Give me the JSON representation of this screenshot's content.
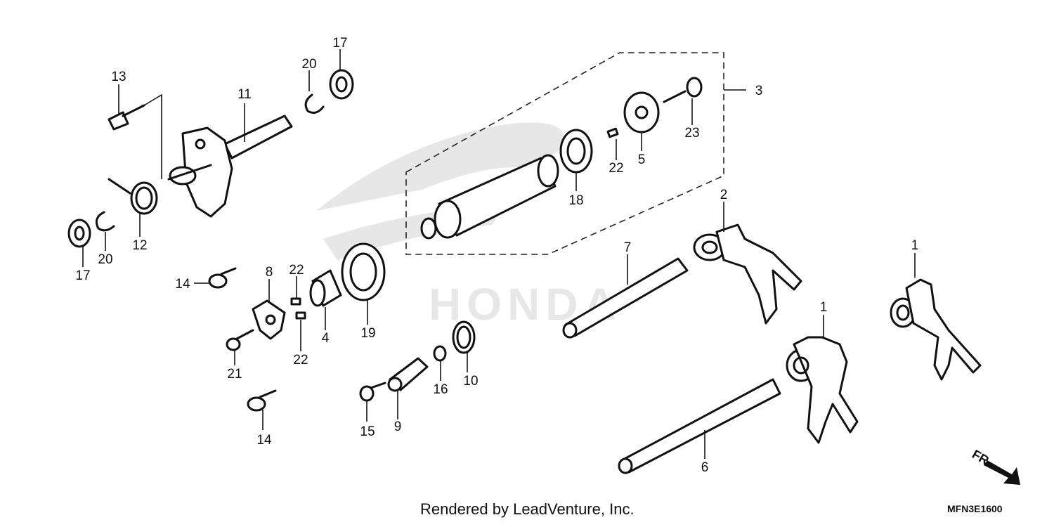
{
  "credit": "Rendered by LeadVenture, Inc.",
  "diagram_code": "MFN3E1600",
  "watermark": "HONDA",
  "front_marker": "FR.",
  "callouts": {
    "c1a": "1",
    "c1b": "1",
    "c2": "2",
    "c3": "3",
    "c4": "4",
    "c5": "5",
    "c6": "6",
    "c7": "7",
    "c8": "8",
    "c9": "9",
    "c10": "10",
    "c11": "11",
    "c12": "12",
    "c13": "13",
    "c14a": "14",
    "c14b": "14",
    "c15": "15",
    "c16": "16",
    "c17a": "17",
    "c17b": "17",
    "c18": "18",
    "c19": "19",
    "c20a": "20",
    "c20b": "20",
    "c21": "21",
    "c22a": "22",
    "c22b": "22",
    "c22c": "22",
    "c23": "23"
  }
}
